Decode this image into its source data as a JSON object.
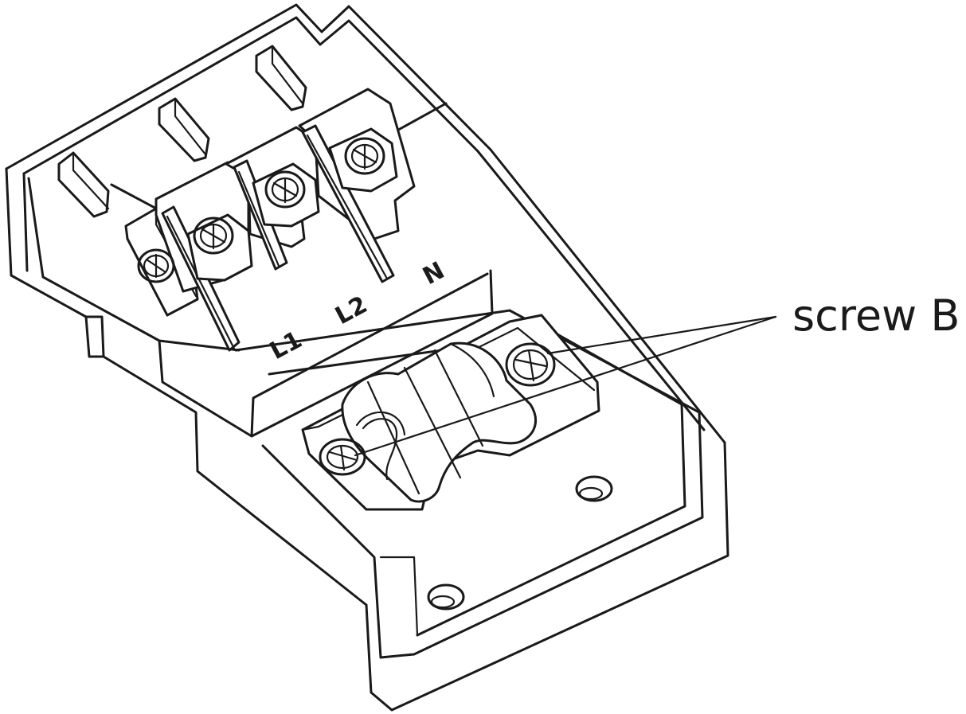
{
  "callout": {
    "label": "screw B"
  },
  "terminals": {
    "labels": [
      "L1",
      "L2",
      "N"
    ]
  },
  "colors": {
    "line": "#1a1a1a",
    "background": "#ffffff"
  }
}
